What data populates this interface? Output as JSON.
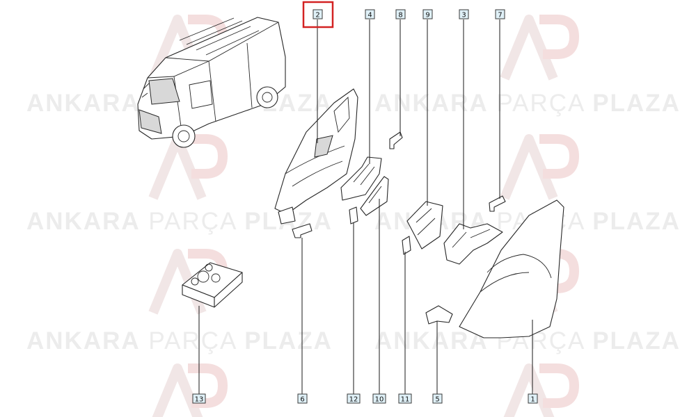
{
  "watermark": {
    "word1": "ANKARA",
    "word2": "PARÇA",
    "word3": "PLAZA"
  },
  "callouts": [
    "1",
    "2",
    "3",
    "4",
    "5",
    "6",
    "7",
    "8",
    "9",
    "10",
    "11",
    "12",
    "13"
  ],
  "highlighted_callout": "2",
  "colors": {
    "callout_fill": "#dff0f7",
    "highlight": "#d32222",
    "watermark": "#ececec"
  }
}
